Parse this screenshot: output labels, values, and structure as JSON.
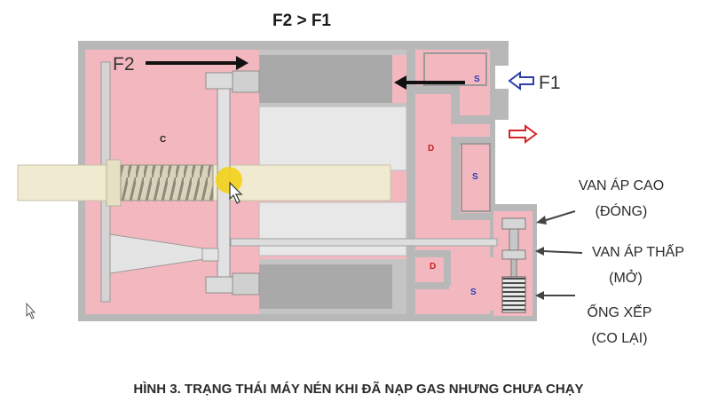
{
  "diagram": {
    "title": "F2 > F1",
    "force_left": "F2",
    "force_right": "F1",
    "zones": {
      "c": "C",
      "s_top": "S",
      "d_upper": "D",
      "s_mid": "S",
      "d_lower": "D",
      "s_lower": "S"
    },
    "labels": {
      "high_valve_line1": "VAN ÁP CAO",
      "high_valve_line2": "(ĐÓNG)",
      "low_valve_line1": "VAN ÁP THẤP",
      "low_valve_line2": "(MỞ)",
      "bellows_line1": "ỐNG XẾP",
      "bellows_line2": "(CO LẠI)"
    },
    "caption": "HÌNH 3. TRẠNG THÁI MÁY NÉN KHI ĐÃ NẠP GAS NHƯNG CHƯA CHẠY",
    "colors": {
      "body_fill": "#f3b8bf",
      "wall": "#b9b9b9",
      "shaft": "#efead0",
      "spring": "#a59f8a",
      "piston": "#c0c0c0",
      "zone_d": "#c81e1e",
      "zone_s": "#2b3fb5",
      "arrow_out": "#d62424",
      "arrow_in": "#2c3fae",
      "highlight": "#f3d21a"
    },
    "icons": [
      "pointer-cursor-icon",
      "hand-cursor-icon"
    ]
  }
}
